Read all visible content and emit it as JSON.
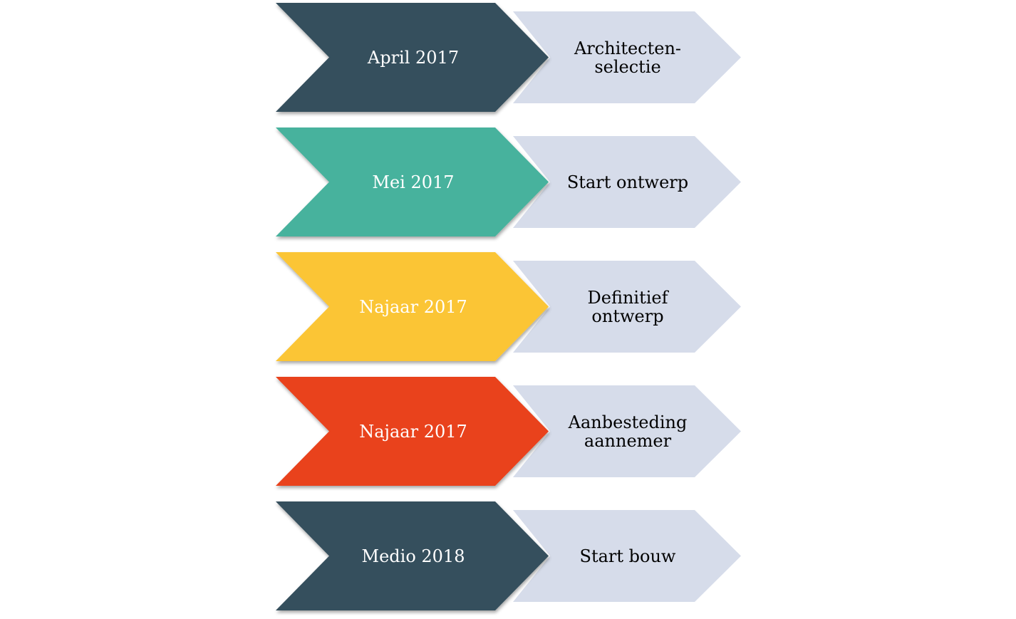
{
  "timeline": {
    "steps": [
      {
        "date": "April 2017",
        "description": "Architecten-\nselectie",
        "color": "#344F5D"
      },
      {
        "date": "Mei 2017",
        "description": "Start ontwerp",
        "color": "#46B29D"
      },
      {
        "date": "Najaar 2017",
        "description": "Definitief\nontwerp",
        "color": "#FBC535"
      },
      {
        "date": "Najaar 2017",
        "description": "Aanbesteding\naannemer",
        "color": "#E9431E"
      },
      {
        "date": "Medio 2018",
        "description": "Start bouw",
        "color": "#344F5D"
      }
    ],
    "description_color": "#D6DCEA",
    "date_text_color": "#FFFFFF",
    "description_text_color": "#000000"
  }
}
